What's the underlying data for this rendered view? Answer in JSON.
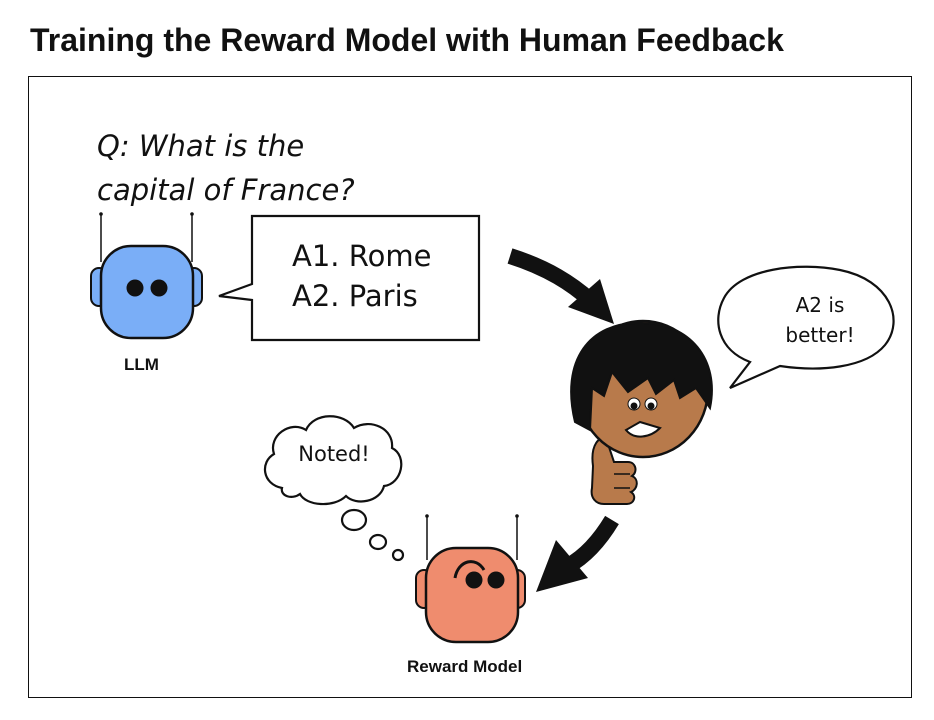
{
  "title": "Training the Reward Model with Human Feedback",
  "question": {
    "line1": "Q: What is the",
    "line2": "capital of France?"
  },
  "answers": {
    "a1": "A1. Rome",
    "a2": "A2. Paris"
  },
  "llm": {
    "label": "LLM",
    "color": "#7aaef7"
  },
  "human": {
    "speech_line1": "A2 is",
    "speech_line2": "better!",
    "skin_color": "#b87a4b",
    "hair_color": "#111111"
  },
  "reward_model": {
    "label": "Reward Model",
    "thought": "Noted!",
    "color": "#ef8c6e"
  },
  "colors": {
    "outline": "#111111",
    "background": "#ffffff"
  }
}
